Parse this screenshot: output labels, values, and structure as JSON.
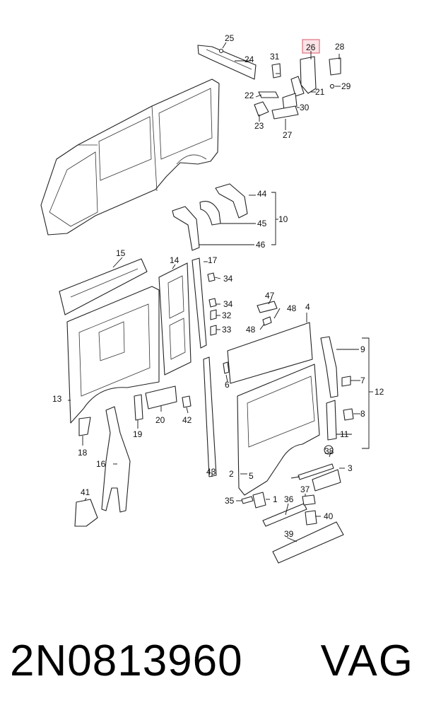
{
  "diagram": {
    "callouts": [
      "1",
      "2",
      "3",
      "4",
      "5",
      "6",
      "7",
      "8",
      "9",
      "10",
      "11",
      "12",
      "13",
      "14",
      "15",
      "16",
      "17",
      "18",
      "19",
      "20",
      "21",
      "22",
      "23",
      "24",
      "25",
      "26",
      "27",
      "28",
      "29",
      "30",
      "31",
      "32",
      "33",
      "34",
      "34",
      "35",
      "36",
      "37",
      "38",
      "39",
      "40",
      "41",
      "42",
      "43",
      "44",
      "45",
      "46",
      "47",
      "48",
      "48"
    ],
    "highlighted_part": "26"
  },
  "footer": {
    "part_number": "2N0813960",
    "brand": "VAG"
  }
}
